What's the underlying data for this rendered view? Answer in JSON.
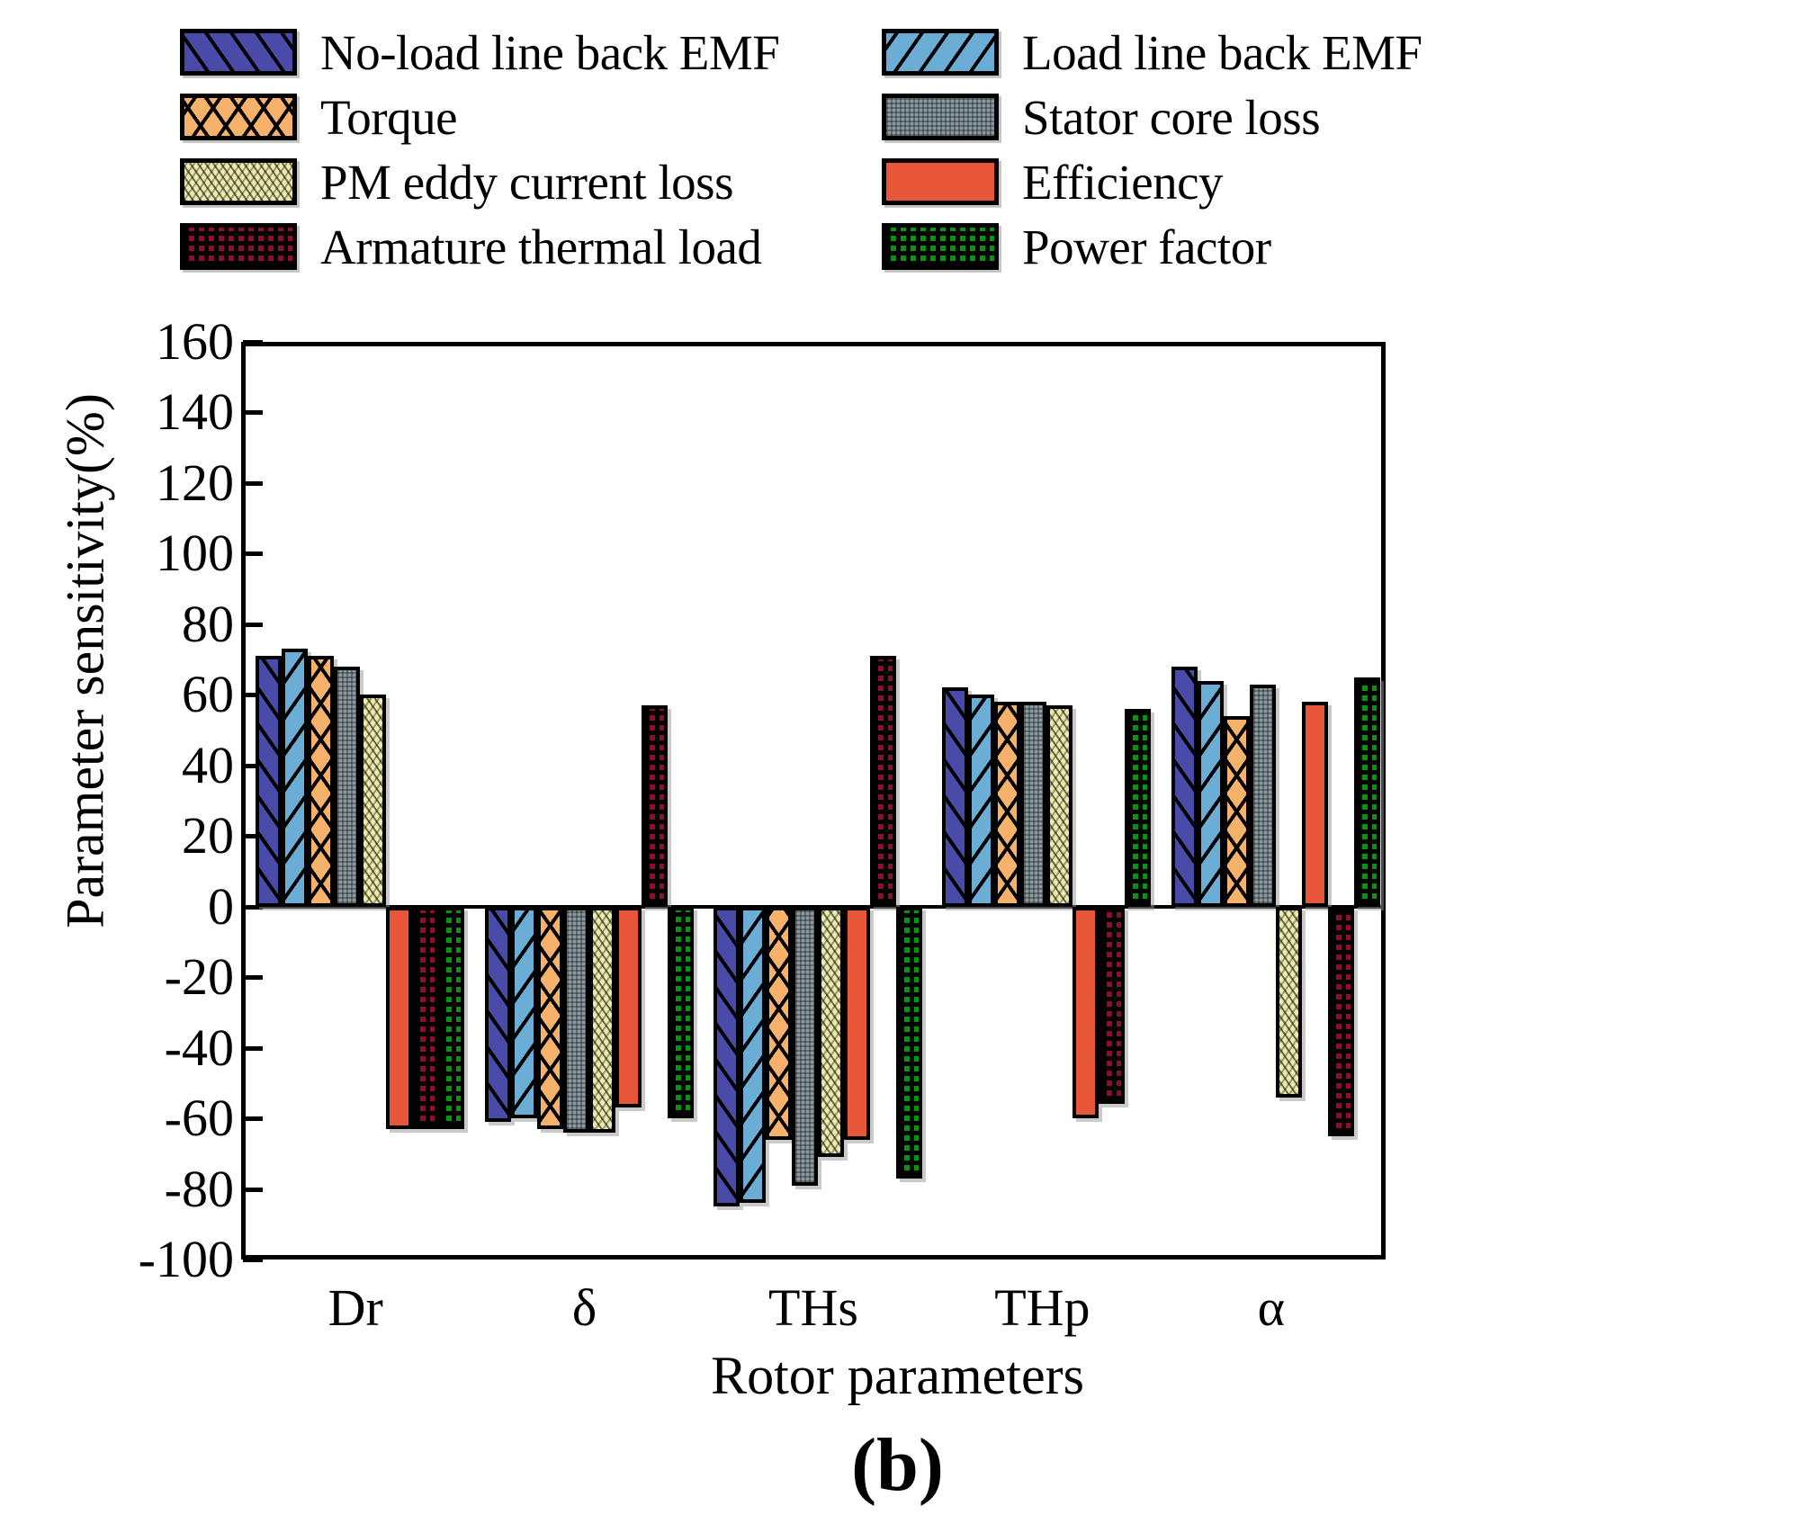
{
  "panel_label": "(b)",
  "legend": {
    "items": [
      {
        "label": "No-load line back EMF",
        "key": "noload_emf",
        "color": "#4a4aa8",
        "pattern": "p-blue"
      },
      {
        "label": "Load line back EMF",
        "key": "load_emf",
        "color": "#6cadd6",
        "pattern": "p-ltblue"
      },
      {
        "label": "Torque",
        "key": "torque",
        "color": "#f6b26b",
        "pattern": "p-orange"
      },
      {
        "label": "Stator core loss",
        "key": "stator_loss",
        "color": "#8b9aa0",
        "pattern": "p-gray"
      },
      {
        "label": "PM eddy current loss",
        "key": "pm_eddy",
        "color": "#ecebab",
        "pattern": "p-yellow"
      },
      {
        "label": "Efficiency",
        "key": "efficiency",
        "color": "#e8563a",
        "pattern": "p-red"
      },
      {
        "label": "Armature thermal load",
        "key": "thermal",
        "color": "#8c0f2e",
        "pattern": "p-darkred"
      },
      {
        "label": "Power factor",
        "key": "power_factor",
        "color": "#0a9311",
        "pattern": "p-green"
      }
    ]
  },
  "chart_data": {
    "type": "bar",
    "title": "(b)",
    "xlabel": "Rotor parameters",
    "ylabel": "Parameter sensitivity(%)",
    "categories": [
      "Dr",
      "δ",
      "THs",
      "THp",
      "α"
    ],
    "ylim": [
      -100,
      160
    ],
    "yticks": [
      160,
      140,
      120,
      100,
      80,
      60,
      40,
      20,
      0,
      -20,
      -40,
      -60,
      -80,
      -100
    ],
    "ytick_labels": [
      "160",
      "140",
      "120",
      "100",
      "80",
      "60",
      "40",
      "20",
      "0",
      "-20",
      "-40",
      "-60",
      "-80",
      "-100"
    ],
    "grid": false,
    "legend_position": "above-plot",
    "series": [
      {
        "name": "No-load line back EMF",
        "values": [
          71,
          -61,
          -85,
          62,
          68
        ]
      },
      {
        "name": "Load line back EMF",
        "values": [
          73,
          -60,
          -84,
          60,
          64
        ]
      },
      {
        "name": "Torque",
        "values": [
          71,
          -63,
          -66,
          58,
          54
        ]
      },
      {
        "name": "Stator core loss",
        "values": [
          68,
          -64,
          -79,
          58,
          63
        ]
      },
      {
        "name": "PM eddy current loss",
        "values": [
          60,
          -64,
          -71,
          57,
          -54
        ]
      },
      {
        "name": "Efficiency",
        "values": [
          -63,
          -57,
          -66,
          -60,
          58
        ]
      },
      {
        "name": "Armature thermal load",
        "values": [
          -63,
          57,
          71,
          -56,
          -65
        ]
      },
      {
        "name": "Power factor",
        "values": [
          -63,
          -60,
          -77,
          56,
          65
        ]
      }
    ]
  }
}
